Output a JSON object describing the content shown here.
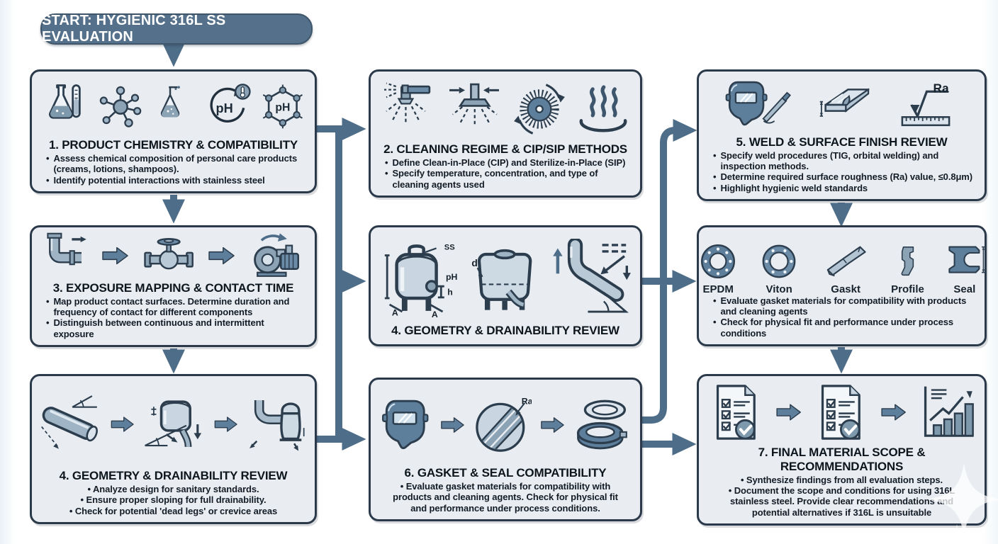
{
  "start_pill": {
    "label": "START: HYGIENIC 316L SS EVALUATION"
  },
  "palette": {
    "box_fill": "#e9edf2",
    "box_border": "#2b3a4a",
    "arrow": "#4e6d89",
    "pill_fill": "#54708a",
    "pill_text": "#ffffff",
    "icon_steel": "#9fb4c5",
    "icon_dark": "#5e7f9c"
  },
  "icon_labels": {
    "ph": "pH",
    "ra": "Ra",
    "ss": "SS",
    "h": "h",
    "a1": "A",
    "a2": "A",
    "d": "d"
  },
  "boxes": {
    "product_chemistry": {
      "title": "1. PRODUCT CHEMISTRY & COMPATIBILITY",
      "icons": [
        "flask-and-testtube-icon",
        "molecule-icon",
        "flask-bubbles-icon",
        "ph-cycle-icon",
        "ph-molecule-icon"
      ],
      "bullets": [
        "Assess chemical composition of personal care products (creams, lotions, shampoos).",
        "Identify potential interactions with stainless steel"
      ]
    },
    "cleaning_regime": {
      "title": "2. CLEANING REGIME & CIP/SIP METHODS",
      "icons": [
        "spray-nozzle-icon",
        "spray-head-icon",
        "rotary-brush-icon",
        "steam-heat-icon"
      ],
      "bullets": [
        "Define Clean-in-Place (CIP) and Sterilize-in-Place (SIP)",
        "Specify temperature, concentration, and type of cleaning agents used"
      ]
    },
    "weld_surface": {
      "title": "5. WELD & SURFACE FINISH REVIEW",
      "icons": [
        "welding-helmet-torch-icon",
        "weld-seam-icon",
        "ra-roughness-ruler-icon"
      ],
      "bullets": [
        "Specify weld procedures (TIG, orbital welding) and inspection methods.",
        "Determine required surface roughness (Ra) value, ≤0.8μm)",
        "Highlight hygienic weld standards"
      ]
    },
    "exposure_mapping": {
      "title": "3. EXPOSURE MAPPING & CONTACT TIME",
      "icons": [
        "pipe-elbow-icon",
        "flow-arrow-icon",
        "valve-icon",
        "flow-arrow-icon",
        "pump-icon"
      ],
      "bullets": [
        "Map product contact surfaces. Determine duration and frequency of contact for different components",
        "Distinguish between continuous and intermittent exposure"
      ]
    },
    "geometry_mid": {
      "title": "4. GEOMETRY & DRAINABILITY REVIEW",
      "icons": [
        "vertical-tank-dimensions-icon",
        "square-tank-drain-icon",
        "annotated-pipe-elbow-icon"
      ]
    },
    "gasket_materials": {
      "items": [
        "EPDM",
        "Viton",
        "Gaskt",
        "Profile",
        "Seal"
      ],
      "icons": [
        "flange-gasket-8hole-icon",
        "flange-gasket-6hole-icon",
        "bent-gasket-icon",
        "profile-section-icon",
        "seal-section-icon"
      ],
      "bullets": [
        "Evaluate gasket materials for compatibility with products and cleaning agents",
        "Check for physical fit and performance under process conditions"
      ]
    },
    "geometry_left": {
      "title": "4. GEOMETRY & DRAINABILITY REVIEW",
      "icons": [
        "sloped-pipe-icon",
        "flow-arrow-icon",
        "tank-slope-drain-icon",
        "flow-arrow-icon",
        "vessel-pipe-icon"
      ],
      "bullets": [
        "Analyze design for sanitary standards.",
        "Ensure proper sloping for full drainability.",
        "Check for potential 'dead legs' or crevice areas"
      ]
    },
    "gasket_seal": {
      "title": "6. GASKET & SEAL COMPATIBILITY",
      "icons": [
        "welding-helmet-icon",
        "flow-arrow-icon",
        "polished-disc-ra-icon",
        "flow-arrow-icon",
        "seal-rings-icon"
      ],
      "bullets": [
        "Evaluate gasket materials for compatibility with products and cleaning agents. Check for physical fit and performance under process conditions."
      ]
    },
    "final_scope": {
      "title": "7. FINAL MATERIAL SCOPE & RECOMMENDATIONS",
      "icons": [
        "checklist-document-icon",
        "flow-arrow-icon",
        "checklist-document-icon",
        "flow-arrow-icon",
        "growth-chart-icon"
      ],
      "bullets": [
        "Synthesize findings from all evaluation steps.",
        "Document the scope and conditions for using 316L stainless steel. Provide clear recommendations and potential alternatives if 316L is unsuitable"
      ]
    }
  }
}
